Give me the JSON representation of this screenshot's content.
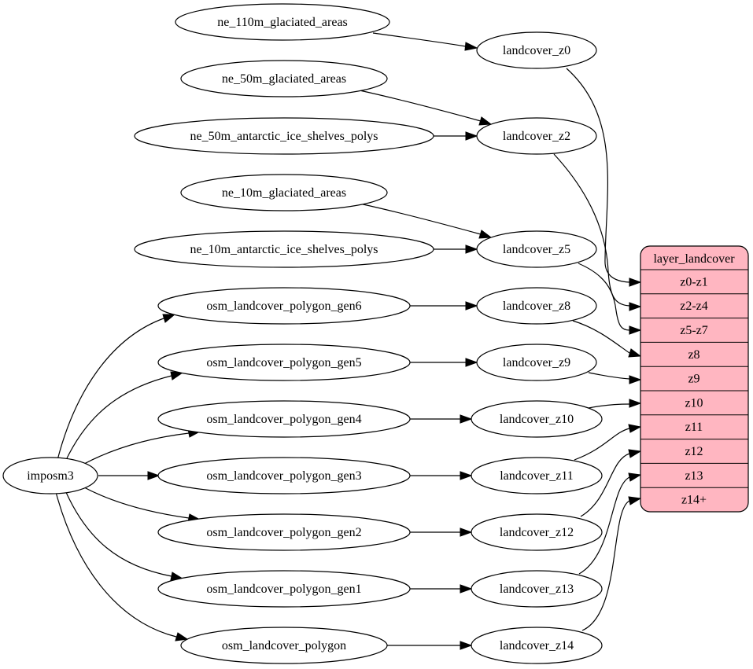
{
  "nodes": {
    "ne_110m_glaciated_areas": "ne_110m_glaciated_areas",
    "ne_50m_glaciated_areas": "ne_50m_glaciated_areas",
    "ne_50m_antarctic_ice_shelves_polys": "ne_50m_antarctic_ice_shelves_polys",
    "ne_10m_glaciated_areas": "ne_10m_glaciated_areas",
    "ne_10m_antarctic_ice_shelves_polys": "ne_10m_antarctic_ice_shelves_polys",
    "osm_landcover_polygon_gen6": "osm_landcover_polygon_gen6",
    "osm_landcover_polygon_gen5": "osm_landcover_polygon_gen5",
    "osm_landcover_polygon_gen4": "osm_landcover_polygon_gen4",
    "osm_landcover_polygon_gen3": "osm_landcover_polygon_gen3",
    "osm_landcover_polygon_gen2": "osm_landcover_polygon_gen2",
    "osm_landcover_polygon_gen1": "osm_landcover_polygon_gen1",
    "osm_landcover_polygon": "osm_landcover_polygon",
    "imposm3": "imposm3",
    "landcover_z0": "landcover_z0",
    "landcover_z2": "landcover_z2",
    "landcover_z5": "landcover_z5",
    "landcover_z8": "landcover_z8",
    "landcover_z9": "landcover_z9",
    "landcover_z10": "landcover_z10",
    "landcover_z11": "landcover_z11",
    "landcover_z12": "landcover_z12",
    "landcover_z13": "landcover_z13",
    "landcover_z14": "landcover_z14"
  },
  "layer": {
    "title": "layer_landcover",
    "fill_color": "#ffb6c1",
    "zoom_rows": [
      "z0-z1",
      "z2-z4",
      "z5-z7",
      "z8",
      "z9",
      "z10",
      "z11",
      "z12",
      "z13",
      "z14+"
    ]
  },
  "edges": [
    [
      "ne_110m_glaciated_areas",
      "landcover_z0"
    ],
    [
      "ne_50m_glaciated_areas",
      "landcover_z2"
    ],
    [
      "ne_50m_antarctic_ice_shelves_polys",
      "landcover_z2"
    ],
    [
      "ne_10m_glaciated_areas",
      "landcover_z5"
    ],
    [
      "ne_10m_antarctic_ice_shelves_polys",
      "landcover_z5"
    ],
    [
      "imposm3",
      "osm_landcover_polygon_gen6"
    ],
    [
      "imposm3",
      "osm_landcover_polygon_gen5"
    ],
    [
      "imposm3",
      "osm_landcover_polygon_gen4"
    ],
    [
      "imposm3",
      "osm_landcover_polygon_gen3"
    ],
    [
      "imposm3",
      "osm_landcover_polygon_gen2"
    ],
    [
      "imposm3",
      "osm_landcover_polygon_gen1"
    ],
    [
      "imposm3",
      "osm_landcover_polygon"
    ],
    [
      "osm_landcover_polygon_gen6",
      "landcover_z8"
    ],
    [
      "osm_landcover_polygon_gen5",
      "landcover_z9"
    ],
    [
      "osm_landcover_polygon_gen4",
      "landcover_z10"
    ],
    [
      "osm_landcover_polygon_gen3",
      "landcover_z11"
    ],
    [
      "osm_landcover_polygon_gen2",
      "landcover_z12"
    ],
    [
      "osm_landcover_polygon_gen1",
      "landcover_z13"
    ],
    [
      "osm_landcover_polygon",
      "landcover_z14"
    ],
    [
      "landcover_z0",
      "z0-z1"
    ],
    [
      "landcover_z2",
      "z2-z4"
    ],
    [
      "landcover_z5",
      "z5-z7"
    ],
    [
      "landcover_z8",
      "z8"
    ],
    [
      "landcover_z9",
      "z9"
    ],
    [
      "landcover_z10",
      "z10"
    ],
    [
      "landcover_z11",
      "z11"
    ],
    [
      "landcover_z12",
      "z12"
    ],
    [
      "landcover_z13",
      "z13"
    ],
    [
      "landcover_z14",
      "z14+"
    ]
  ]
}
